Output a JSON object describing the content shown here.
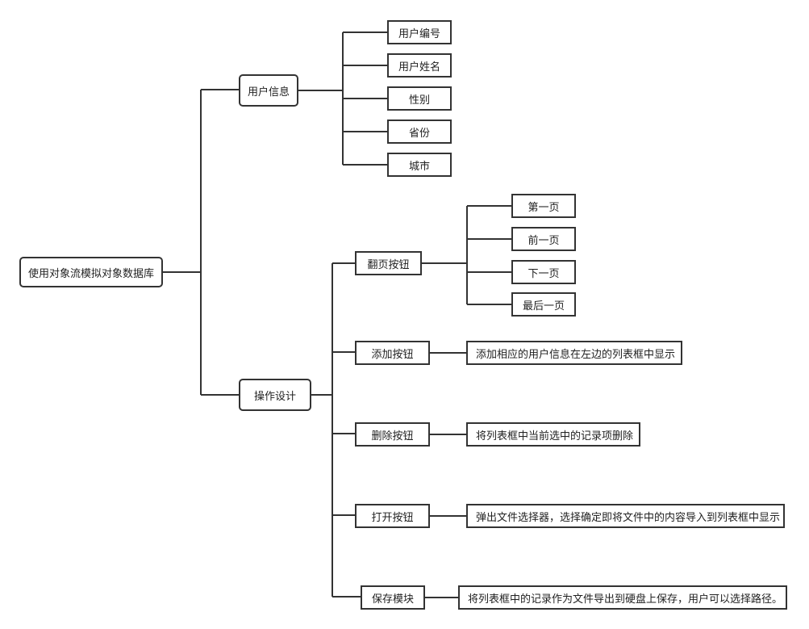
{
  "diagram": {
    "root": "使用对象流模拟对象数据库",
    "user_info": {
      "label": "用户信息",
      "items": [
        "用户编号",
        "用户姓名",
        "性别",
        "省份",
        "城市"
      ]
    },
    "operations": {
      "label": "操作设计",
      "paging": {
        "label": "翻页按钮",
        "items": [
          "第一页",
          "前一页",
          "下一页",
          "最后一页"
        ]
      },
      "add": {
        "label": "添加按钮",
        "note": "添加相应的用户信息在左边的列表框中显示"
      },
      "delete": {
        "label": "删除按钮",
        "note": "将列表框中当前选中的记录项删除"
      },
      "open": {
        "label": "打开按钮",
        "note": "弹出文件选择器，选择确定即将文件中的内容导入到列表框中显示"
      },
      "save": {
        "label": "保存模块",
        "note": "将列表框中的记录作为文件导出到硬盘上保存，用户可以选择路径。"
      }
    }
  }
}
